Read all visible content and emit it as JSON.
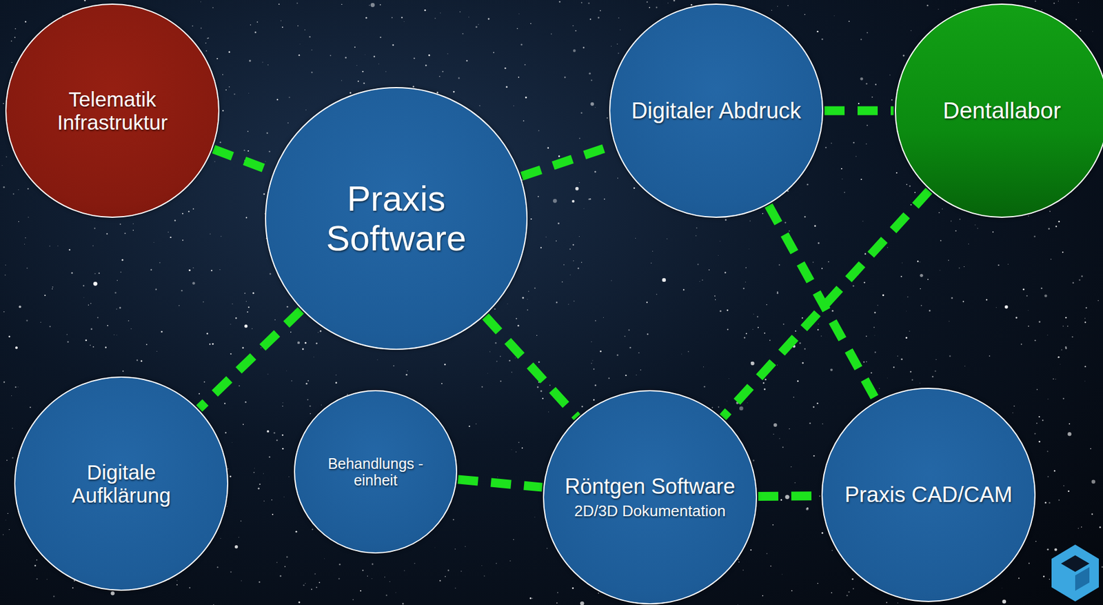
{
  "diagram": {
    "nodes": [
      {
        "text": [
          "Telematik Infrastruktur"
        ]
      },
      {
        "text": [
          "Praxis Software"
        ]
      },
      {
        "text": [
          "Digitaler Abdruck"
        ]
      },
      {
        "text": [
          "Dentallabor"
        ]
      },
      {
        "text": [
          "Digitale Aufklärung"
        ]
      },
      {
        "text": [
          "Behandlungs -einheit"
        ]
      },
      {
        "text": [
          "Röntgen Software",
          "2D/3D Dokumentation"
        ]
      },
      {
        "text": [
          "Praxis CAD/CAM"
        ]
      }
    ],
    "edges": [
      {
        "from": 0,
        "to": 1,
        "arrow": "none"
      },
      {
        "from": 1,
        "to": 2,
        "arrow": "none"
      },
      {
        "from": 2,
        "to": 3,
        "arrow": "none"
      },
      {
        "from": 1,
        "to": 4,
        "arrow": "none"
      },
      {
        "from": 1,
        "to": 6,
        "arrow": "none"
      },
      {
        "from": 5,
        "to": 6,
        "arrow": "none"
      },
      {
        "from": 6,
        "to": 7,
        "arrow": "none"
      },
      {
        "from": 2,
        "to": 7,
        "arrow": "none"
      },
      {
        "from": 3,
        "to": 6,
        "arrow": "none"
      }
    ]
  }
}
